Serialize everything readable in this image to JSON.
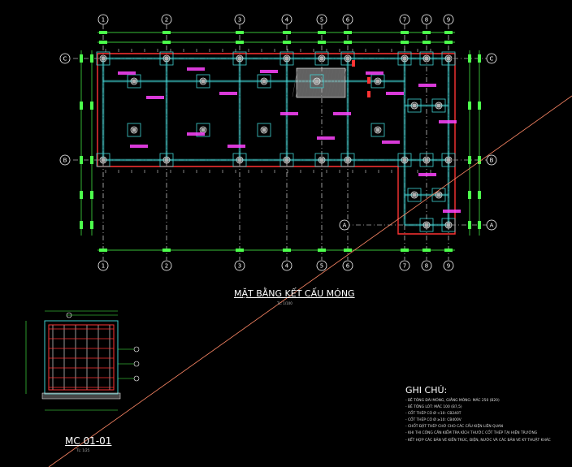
{
  "drawing": {
    "plan_title": "MẶT BẰNG KẾT CẤU MÓNG",
    "plan_scale": "TL: 1/100",
    "section_title": "MC 01-01",
    "section_scale": "TL: 1/25"
  },
  "grid_labels": {
    "top_axes": [
      "1",
      "2",
      "3",
      "4",
      "5",
      "6",
      "7",
      "8",
      "9"
    ],
    "left_axes": [
      "C",
      "B"
    ],
    "right_axes": [
      "C",
      "B",
      "A"
    ],
    "bottom_axes": [
      "1",
      "2",
      "3",
      "4",
      "5",
      "6",
      "7",
      "8",
      "9"
    ],
    "mid_axis": "A"
  },
  "notes": {
    "heading": "GHI CHÚ:",
    "items": [
      "- BÊ TÔNG ĐÀI MÓNG, GIẰNG MÓNG: MÁC 250 (B20)",
      "- BÊ TÔNG LÓT: MÁC 100 (B7,5)",
      "- CỐT THÉP CÓ Ø <10: CB240T",
      "- CỐT THÉP CÓ Ø ≥10: CB400V",
      "- CHỐT ĐẶT THÉP CHỜ CHO CÁC CẤU KIỆN LIÊN QUAN",
      "- KHI THI CÔNG CẦN KIỂM TRA KÍCH THƯỚC CỐT THÉP TẠI HIỆN TRƯỜNG",
      "- KẾT HỢP CÁC BẢN VẼ KIẾN TRÚC, ĐIỆN, NƯỚC VÀ CÁC BẢN VẼ KỸ THUẬT KHÁC"
    ]
  },
  "colors": {
    "background": "#000000",
    "grid_line": "#ffffff",
    "wall": "#ff3333",
    "foundation": "#3fd0d0",
    "dimension": "#4cff4c",
    "column_tag": "#ff44ff",
    "hatch": "#b0b0b0",
    "diagonal": "#ff8866"
  }
}
